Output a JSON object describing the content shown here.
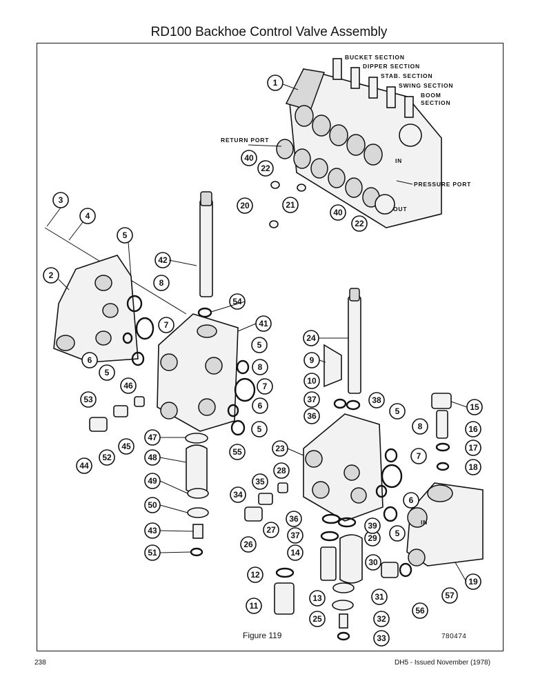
{
  "title": "RD100 Backhoe Control Valve Assembly",
  "caption": "Figure 119",
  "drawing_number": "780474",
  "page_number": "238",
  "issue_note": "DH5 - Issued November (1978)",
  "section_labels": [
    "BUCKET SECTION",
    "DIPPER SECTION",
    "STAB. SECTION",
    "SWING SECTION",
    "BOOM",
    "SECTION",
    "RETURN PORT",
    "PRESSURE PORT"
  ],
  "port_marks": [
    "IN",
    "OUT",
    "IN"
  ],
  "callouts": [
    "1",
    "2",
    "3",
    "4",
    "5",
    "5",
    "5",
    "5",
    "5",
    "5",
    "5",
    "6",
    "6",
    "6",
    "7",
    "7",
    "7",
    "8",
    "8",
    "8",
    "9",
    "10",
    "11",
    "12",
    "13",
    "14",
    "15",
    "16",
    "17",
    "18",
    "19",
    "20",
    "21",
    "22",
    "22",
    "23",
    "24",
    "25",
    "26",
    "27",
    "28",
    "29",
    "30",
    "31",
    "32",
    "33",
    "34",
    "35",
    "36",
    "36",
    "37",
    "37",
    "38",
    "39",
    "40",
    "40",
    "41",
    "42",
    "43",
    "44",
    "45",
    "46",
    "47",
    "48",
    "49",
    "50",
    "51",
    "52",
    "53",
    "54",
    "55",
    "56",
    "57"
  ]
}
